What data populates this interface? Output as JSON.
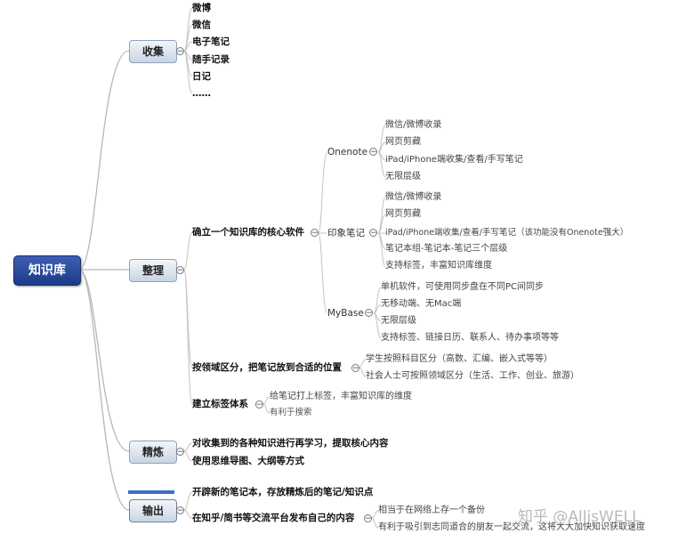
{
  "root": "知识库",
  "collect": {
    "label": "收集",
    "items": [
      "微博",
      "微信",
      "电子笔记",
      "随手记录",
      "日记",
      "……"
    ]
  },
  "organize": {
    "label": "整理",
    "core": {
      "label": "确立一个知识库的核心软件",
      "onenote": {
        "label": "Onenote",
        "items": [
          "微信/微博收录",
          "网页剪藏",
          "iPad/iPhone端收集/查看/手写笔记",
          "无限层级"
        ]
      },
      "evernote": {
        "label": "印象笔记",
        "items": [
          "微信/微博收录",
          "网页剪藏",
          "iPad/iPhone端收集/查看/手写笔记（该功能没有Onenote强大）",
          "笔记本组-笔记本-笔记三个层级",
          "支持标签，丰富知识库维度"
        ]
      },
      "mybase": {
        "label": "MyBase",
        "items": [
          "单机软件，可使用同步盘在不同PC间同步",
          "无移动端、无Mac端",
          "无限层级",
          "支持标签、链接日历、联系人、待办事项等等"
        ]
      }
    },
    "domain": {
      "label": "按领域区分，把笔记放到合适的位置",
      "items": [
        "学生按照科目区分（高数、汇编、嵌入式等等）",
        "社会人士可按照领域区分（生活、工作、创业、旅游）"
      ]
    },
    "tags": {
      "label": "建立标签体系",
      "items": [
        "给笔记打上标签，丰富知识库的维度",
        "有利于搜索"
      ]
    }
  },
  "refine": {
    "label": "精炼",
    "items": [
      "对收集到的各种知识进行再学习，提取核心内容",
      "使用思维导图、大纲等方式"
    ]
  },
  "output": {
    "label": "输出",
    "items": [
      "开辟新的笔记本，存放精炼后的笔记/知识点"
    ],
    "publish": {
      "label": "在知乎/简书等交流平台发布自己的内容",
      "items": [
        "相当于在网络上存一个备份",
        "有利于吸引到志同道合的朋友一起交流，这将大大加快知识获取速度"
      ]
    }
  },
  "watermark": "知乎 @AllisWELL"
}
